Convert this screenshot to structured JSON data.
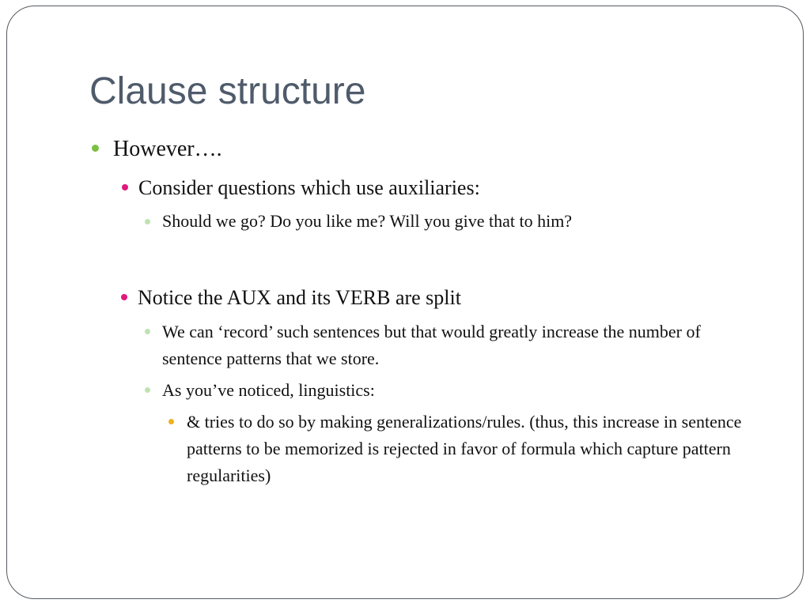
{
  "slide": {
    "title": "Clause structure",
    "colors": {
      "title": "#4f5b6b",
      "bullet_level1": "#7ac143",
      "bullet_level2": "#e0197d",
      "bullet_level3": "#bfe3b0",
      "bullet_level4": "#f2b01e"
    },
    "items": [
      {
        "level": 1,
        "text": "However…."
      },
      {
        "level": 2,
        "text": "Consider questions which use auxiliaries:"
      },
      {
        "level": 3,
        "text": "Should we go?  Do you like me? Will you give that to him?"
      },
      {
        "level": 2,
        "text": "Notice the AUX and its VERB are split"
      },
      {
        "level": 3,
        "text": "We can ‘record’ such sentences but that would greatly increase the number of sentence patterns that we store."
      },
      {
        "level": 3,
        "text": "As you’ve noticed, linguistics:"
      },
      {
        "level": 4,
        "text": "& tries to do so by making generalizations/rules. (thus, this increase in sentence patterns to be memorized is rejected in favor of formula which capture pattern regularities)"
      }
    ]
  }
}
